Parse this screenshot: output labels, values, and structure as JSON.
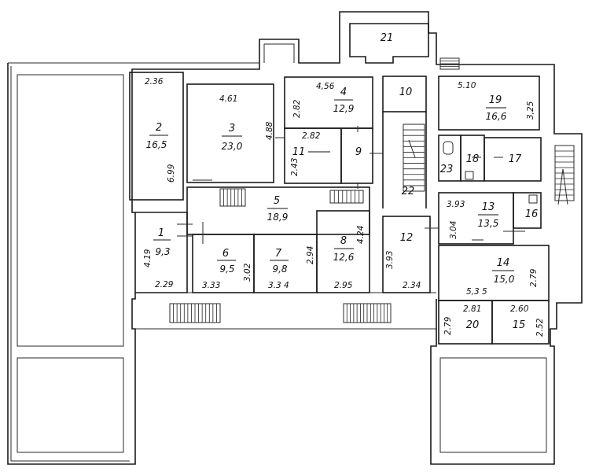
{
  "rooms": [
    {
      "number": "1",
      "area": "9,3"
    },
    {
      "number": "2",
      "area": "16,5"
    },
    {
      "number": "3",
      "area": "23,0"
    },
    {
      "number": "4",
      "area": "12,9"
    },
    {
      "number": "5",
      "area": "18,9"
    },
    {
      "number": "6",
      "area": "9,5"
    },
    {
      "number": "7",
      "area": "9,8"
    },
    {
      "number": "8",
      "area": "12,6"
    },
    {
      "number": "9",
      "area": ""
    },
    {
      "number": "10",
      "area": ""
    },
    {
      "number": "11",
      "area": ""
    },
    {
      "number": "12",
      "area": ""
    },
    {
      "number": "13",
      "area": "13,5"
    },
    {
      "number": "14",
      "area": "15,0"
    },
    {
      "number": "15",
      "area": ""
    },
    {
      "number": "16",
      "area": ""
    },
    {
      "number": "17",
      "area": ""
    },
    {
      "number": "18",
      "area": ""
    },
    {
      "number": "19",
      "area": "16,6"
    },
    {
      "number": "20",
      "area": ""
    },
    {
      "number": "21",
      "area": ""
    },
    {
      "number": "22",
      "area": ""
    },
    {
      "number": "23",
      "area": ""
    }
  ],
  "dimensions": [
    "2.36",
    "6.99",
    "4.61",
    "4.88",
    "4,56",
    "2.82",
    "2.82",
    "2.43",
    "5.10",
    "3,25",
    "3.93",
    "3.04",
    "4.19",
    "2.29",
    "3.33",
    "3.02",
    "3.3 4",
    "2.94",
    "4.24",
    "2.95",
    "3.93",
    "2.34",
    "2.79",
    "5,3 5",
    "2.81",
    "2.60",
    "2.79",
    "2.52"
  ]
}
